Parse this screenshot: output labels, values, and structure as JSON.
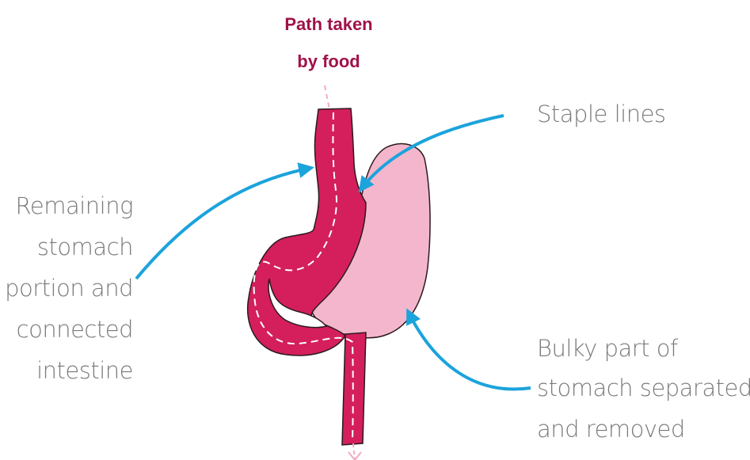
{
  "labels": {
    "path_line1": "Path taken",
    "path_line2": "by food",
    "staple_lines": "Staple lines",
    "remaining_1": "Remaining",
    "remaining_2": "stomach",
    "remaining_3": "portion and",
    "remaining_4": "connected",
    "remaining_5": "intestine",
    "bulky_1": "Bulky part of",
    "bulky_2": "stomach separated",
    "bulky_3": "and removed"
  },
  "colors": {
    "title": "#a0124a",
    "label": "#7a7a7a",
    "arrow": "#1ba3dc",
    "stomach_remaining": "#d41f5c",
    "stomach_removed": "#f4b6cc",
    "outline": "#2a1a1e",
    "food_path": "#f7d1df"
  }
}
